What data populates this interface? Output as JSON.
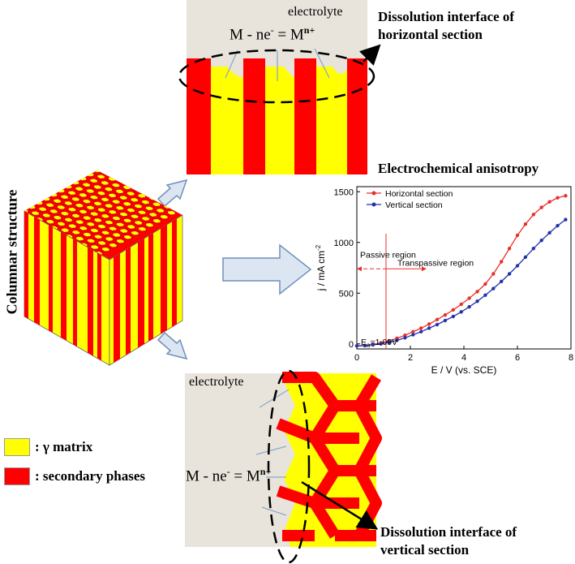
{
  "title_main": "Electrochemical anisotropy",
  "left_label": "Columnar structure",
  "top_panel": {
    "electrolyte": "electrolyte",
    "equation_main": "M - ne",
    "equation_sup1": "-",
    "equation_mid": " = M",
    "equation_sup2": "n+",
    "callout_line1": "Dissolution interface of",
    "callout_line2": "horizontal section"
  },
  "bottom_panel": {
    "electrolyte": "electrolyte",
    "equation_main": "M - ne",
    "equation_sup1": "-",
    "equation_mid": " = M",
    "equation_sup2": "n+",
    "callout_line1": "Dissolution interface of",
    "callout_line2": "vertical section"
  },
  "legend": {
    "items": [
      {
        "label": ": γ matrix",
        "color": "#FFFF00"
      },
      {
        "label": ": secondary phases",
        "color": "#FF0000"
      }
    ]
  },
  "colors": {
    "matrix": "#FFFF00",
    "secondary": "#FF0000",
    "electrolyte_bg": "#E8E4DB",
    "arrow_fill": "#DCE6F2",
    "arrow_stroke": "#6E8FB8",
    "series_horizontal": "#E8302A",
    "series_vertical": "#2233AA"
  },
  "chart_data": {
    "type": "line",
    "title": "Electrochemical anisotropy",
    "xlabel": "E / V (vs. SCE)",
    "ylabel": "j / mA cm-2",
    "xlim": [
      0,
      8
    ],
    "ylim": [
      -50,
      1550
    ],
    "xticks": [
      0,
      2,
      4,
      6,
      8
    ],
    "yticks": [
      0,
      500,
      1000,
      1500
    ],
    "legend_position": "top-left",
    "annotations": {
      "passive": "Passive region",
      "transpassive": "Transpassive region",
      "ea_prefix": "E",
      "ea_sub": "a",
      "ea_suffix": "=1.09V",
      "ea_value": 1.09
    },
    "series": [
      {
        "name": "Horizontal section",
        "x": [
          0,
          0.3,
          0.6,
          0.9,
          1.2,
          1.5,
          1.8,
          2.1,
          2.4,
          2.7,
          3.0,
          3.3,
          3.6,
          3.9,
          4.2,
          4.5,
          4.8,
          5.1,
          5.4,
          5.7,
          6.0,
          6.3,
          6.6,
          6.9,
          7.2,
          7.5,
          7.8
        ],
        "values": [
          -20,
          -15,
          -5,
          10,
          30,
          55,
          85,
          120,
          155,
          195,
          240,
          285,
          335,
          390,
          450,
          515,
          590,
          690,
          810,
          940,
          1070,
          1180,
          1275,
          1345,
          1400,
          1440,
          1460
        ]
      },
      {
        "name": "Vertical section",
        "x": [
          0,
          0.3,
          0.6,
          0.9,
          1.2,
          1.5,
          1.8,
          2.1,
          2.4,
          2.7,
          3.0,
          3.3,
          3.6,
          3.9,
          4.2,
          4.5,
          4.8,
          5.1,
          5.4,
          5.7,
          6.0,
          6.3,
          6.6,
          6.9,
          7.2,
          7.5,
          7.8
        ],
        "values": [
          -20,
          -18,
          -10,
          0,
          15,
          35,
          60,
          90,
          120,
          155,
          190,
          230,
          270,
          315,
          365,
          420,
          480,
          545,
          615,
          690,
          770,
          855,
          940,
          1020,
          1095,
          1165,
          1225
        ]
      }
    ]
  }
}
